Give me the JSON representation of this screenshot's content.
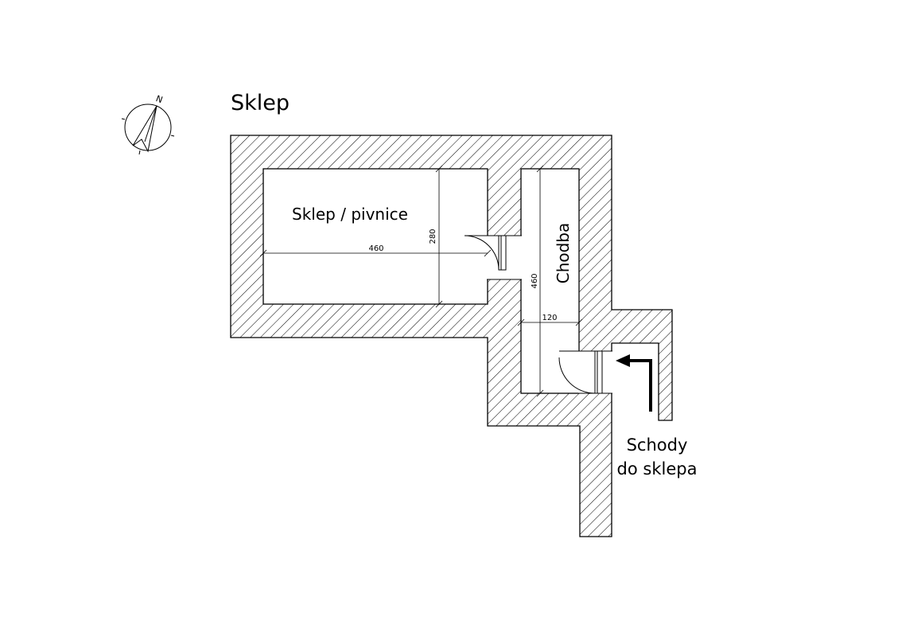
{
  "title": "Sklep",
  "compass": {
    "north_letter": "N",
    "icon": "north-arrow-icon"
  },
  "rooms": {
    "cellar": "Sklep / pivnice",
    "corridor": "Chodba"
  },
  "dimensions": {
    "cellar_width": "460",
    "cellar_depth": "280",
    "corridor_length": "460",
    "corridor_width": "120"
  },
  "stairs_note": {
    "line1": "Schody",
    "line2": "do sklepa"
  },
  "colors": {
    "line": "#000000",
    "background": "#ffffff"
  }
}
